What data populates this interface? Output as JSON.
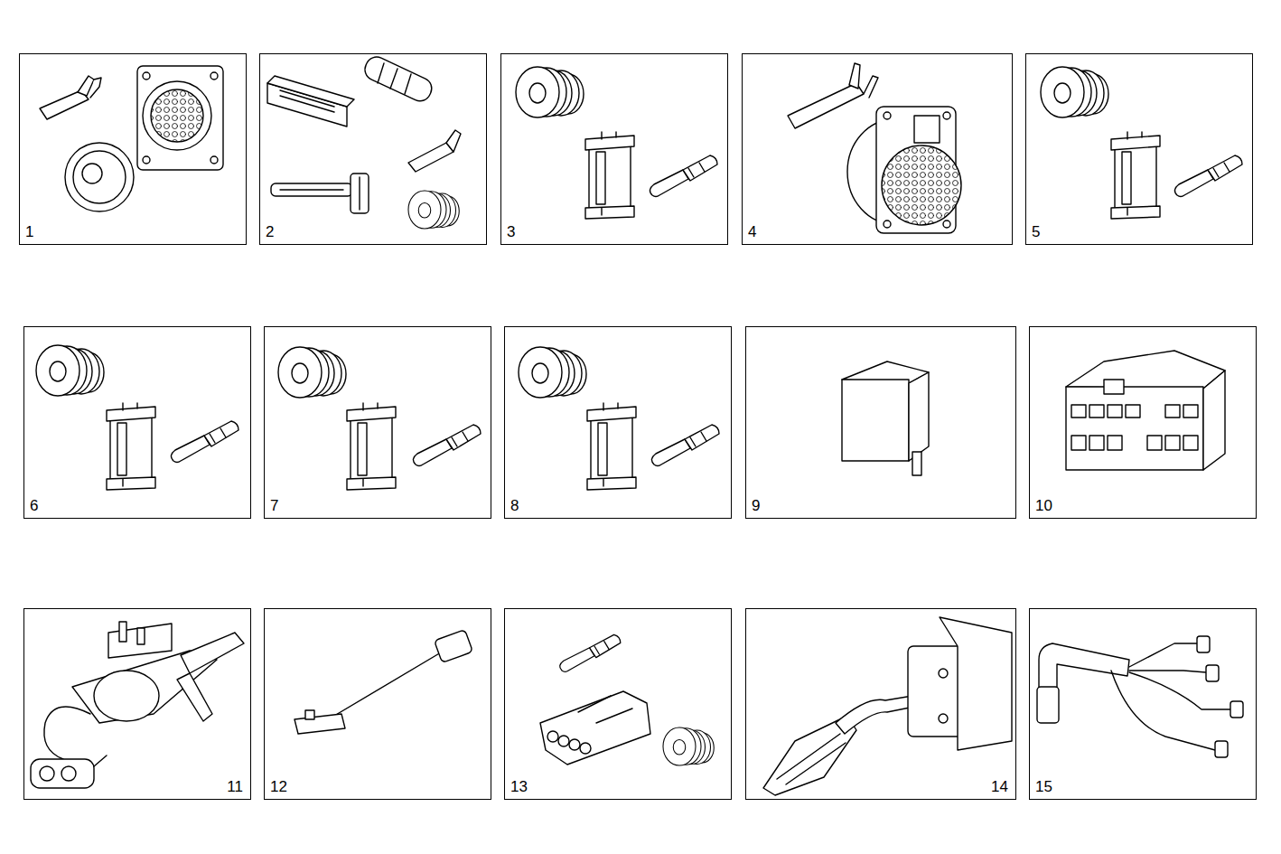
{
  "diagram": {
    "nodes": [
      {
        "text": [
          "1"
        ]
      },
      {
        "text": [
          "2"
        ]
      },
      {
        "text": [
          "3"
        ]
      },
      {
        "text": [
          "4"
        ]
      },
      {
        "text": [
          "5"
        ]
      },
      {
        "text": [
          "6"
        ]
      },
      {
        "text": [
          "7"
        ]
      },
      {
        "text": [
          "8"
        ]
      },
      {
        "text": [
          "9"
        ]
      },
      {
        "text": [
          "10"
        ]
      },
      {
        "text": [
          "11"
        ]
      },
      {
        "text": [
          "12"
        ]
      },
      {
        "text": [
          "13"
        ]
      },
      {
        "text": [
          "14"
        ]
      },
      {
        "text": [
          "15"
        ]
      }
    ]
  }
}
